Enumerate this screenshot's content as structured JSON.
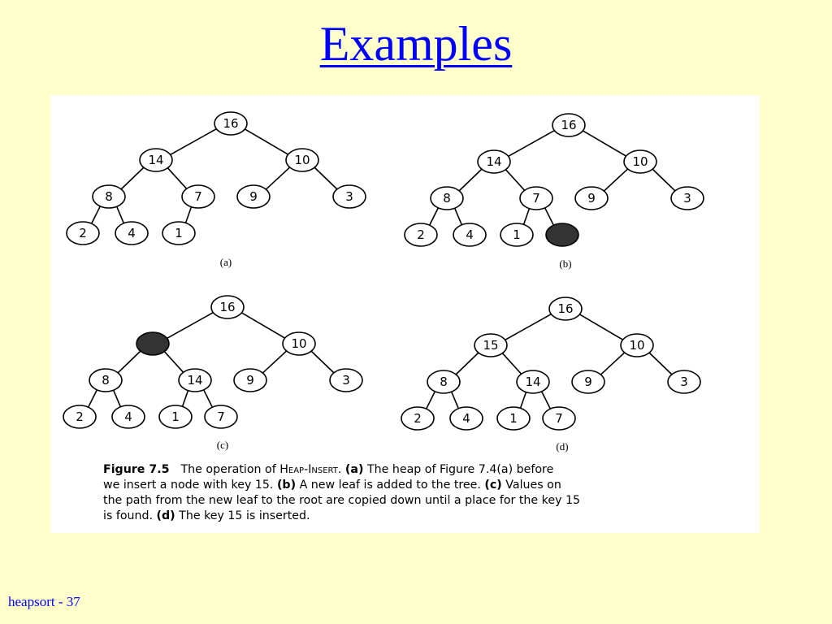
{
  "slide": {
    "title": "Examples",
    "footer": "heapsort - 37"
  },
  "figure": {
    "panels": [
      {
        "id": "a",
        "label": "(a)",
        "nodes": [
          {
            "key": "16"
          },
          {
            "key": "14"
          },
          {
            "key": "10"
          },
          {
            "key": "8"
          },
          {
            "key": "7"
          },
          {
            "key": "9"
          },
          {
            "key": "3"
          },
          {
            "key": "2"
          },
          {
            "key": "4"
          },
          {
            "key": "1"
          }
        ]
      },
      {
        "id": "b",
        "label": "(b)",
        "nodes": [
          {
            "key": "16"
          },
          {
            "key": "14"
          },
          {
            "key": "10"
          },
          {
            "key": "8"
          },
          {
            "key": "7"
          },
          {
            "key": "9"
          },
          {
            "key": "3"
          },
          {
            "key": "2"
          },
          {
            "key": "4"
          },
          {
            "key": "1"
          },
          {
            "key": "",
            "filled": true
          }
        ]
      },
      {
        "id": "c",
        "label": "(c)",
        "nodes": [
          {
            "key": "16"
          },
          {
            "key": "",
            "filled": true
          },
          {
            "key": "10"
          },
          {
            "key": "8"
          },
          {
            "key": "14"
          },
          {
            "key": "9"
          },
          {
            "key": "3"
          },
          {
            "key": "2"
          },
          {
            "key": "4"
          },
          {
            "key": "1"
          },
          {
            "key": "7"
          }
        ]
      },
      {
        "id": "d",
        "label": "(d)",
        "nodes": [
          {
            "key": "16"
          },
          {
            "key": "15"
          },
          {
            "key": "10"
          },
          {
            "key": "8"
          },
          {
            "key": "14"
          },
          {
            "key": "9"
          },
          {
            "key": "3"
          },
          {
            "key": "2"
          },
          {
            "key": "4"
          },
          {
            "key": "1"
          },
          {
            "key": "7"
          }
        ]
      }
    ],
    "caption": {
      "figure_number": "Figure 7.5",
      "line1_a": "The operation of ",
      "procedure_name": "Heap-Insert",
      "line1_b": ". ",
      "tag_a": "(a)",
      "line1_c": " The heap of Figure 7.4(a) before",
      "line2_a": "we insert a node with key 15. ",
      "tag_b": "(b)",
      "line2_b": " A new leaf is added to the tree. ",
      "tag_c": "(c)",
      "line2_c": " Values on",
      "line3": "the path from the new leaf to the root are copied down until a place for the key 15",
      "line4_a": "is found. ",
      "tag_d": "(d)",
      "line4_b": " The key 15 is inserted."
    }
  }
}
